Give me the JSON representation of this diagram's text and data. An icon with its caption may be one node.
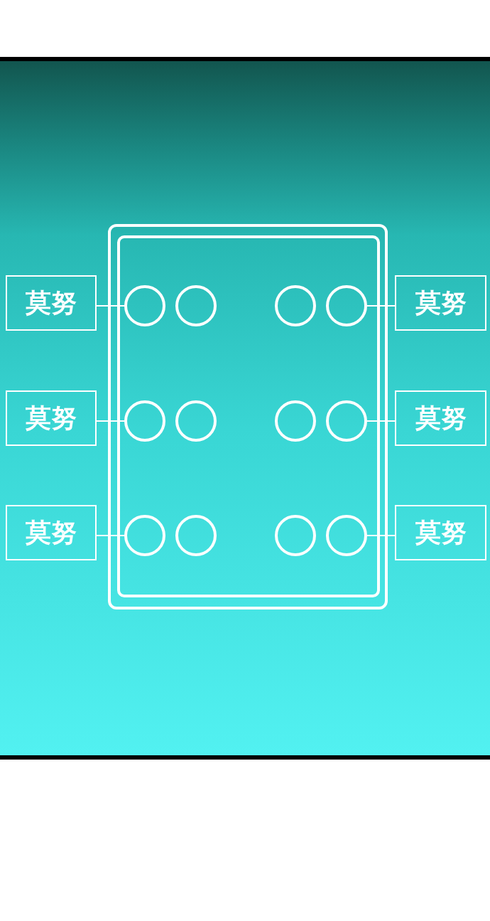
{
  "diagram": {
    "nodes": [
      {
        "text": [],
        "shape": "box"
      },
      {
        "text": [
          "莫努"
        ]
      },
      {
        "text": [],
        "shape": "circle",
        "in": 0
      },
      {
        "text": [],
        "shape": "circle",
        "in": 0
      },
      {
        "text": [],
        "shape": "circle",
        "in": 0
      },
      {
        "text": [],
        "shape": "circle",
        "in": 0
      },
      {
        "text": [
          "莫努"
        ]
      },
      {
        "text": [
          "莫努"
        ]
      },
      {
        "text": [],
        "shape": "circle",
        "in": 0
      },
      {
        "text": [],
        "shape": "circle",
        "in": 0
      },
      {
        "text": [],
        "shape": "circle",
        "in": 0
      },
      {
        "text": [],
        "shape": "circle",
        "in": 0
      },
      {
        "text": [
          "莫努"
        ]
      },
      {
        "text": [
          "莫努"
        ]
      },
      {
        "text": [],
        "shape": "circle",
        "in": 0
      },
      {
        "text": [],
        "shape": "circle",
        "in": 0
      },
      {
        "text": [],
        "shape": "circle",
        "in": 0
      },
      {
        "text": [],
        "shape": "circle",
        "in": 0
      },
      {
        "text": [
          "莫努"
        ]
      }
    ],
    "edges": [
      {
        "from": 1,
        "to": 2,
        "arrow": "none"
      },
      {
        "from": 6,
        "to": 5,
        "arrow": "none"
      },
      {
        "from": 7,
        "to": 8,
        "arrow": "none"
      },
      {
        "from": 12,
        "to": 11,
        "arrow": "none"
      },
      {
        "from": 13,
        "to": 14,
        "arrow": "none"
      },
      {
        "from": 18,
        "to": 17,
        "arrow": "none"
      }
    ]
  }
}
